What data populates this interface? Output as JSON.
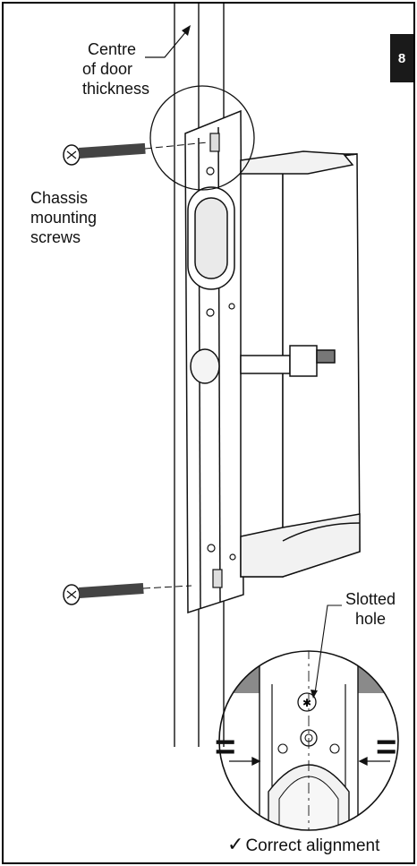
{
  "step_number": "8",
  "labels": {
    "centre_line1": "Centre",
    "centre_line2": "of door",
    "centre_line3": "thickness",
    "screws_line1": "Chassis",
    "screws_line2": "mounting",
    "screws_line3": "screws",
    "slotted_line1": "Slotted",
    "slotted_line2": "hole",
    "correct_alignment": "Correct alignment"
  },
  "symbols": {
    "check": "✓",
    "equal": "="
  },
  "colors": {
    "ink": "#111111",
    "grey_fill": "#8a8a8a",
    "light_fill": "#e6e6e6"
  }
}
